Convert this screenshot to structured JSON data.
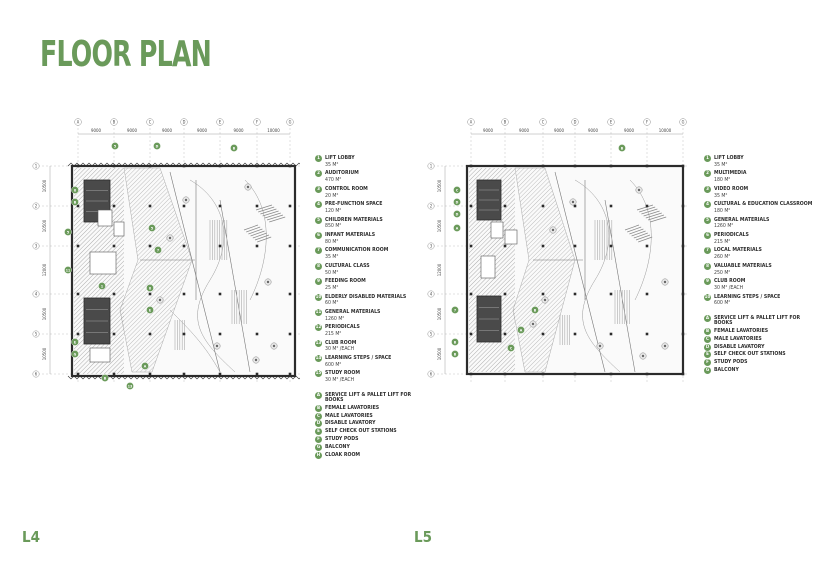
{
  "page": {
    "title": "FLOOR PLAN"
  },
  "levels": {
    "l4": "L4",
    "l5": "L5"
  },
  "grid": {
    "columns": [
      "A",
      "B",
      "C",
      "D",
      "E",
      "F",
      "G"
    ],
    "rows": [
      "1",
      "2",
      "3",
      "4",
      "5",
      "6"
    ],
    "dims_x": [
      "9000",
      "9000",
      "9000",
      "9000",
      "9000",
      "10000"
    ],
    "dims_y": [
      "10500",
      "10500",
      "12000",
      "10500",
      "10500"
    ]
  },
  "legend_l4": {
    "rooms": [
      {
        "num": "1",
        "label": "LIFT LOBBY",
        "area": "35 M²"
      },
      {
        "num": "2",
        "label": "AUDITORIUM",
        "area": "470 M²"
      },
      {
        "num": "3",
        "label": "CONTROL ROOM",
        "area": "20 M²"
      },
      {
        "num": "4",
        "label": "PRE-FUNCTION SPACE",
        "area": "120 M²"
      },
      {
        "num": "5",
        "label": "CHILDREN MATERIALS",
        "area": "850 M²"
      },
      {
        "num": "6",
        "label": "INFANT MATERIALS",
        "area": "80 M²"
      },
      {
        "num": "7",
        "label": "COMMUNICATION ROOM",
        "area": "35 M²"
      },
      {
        "num": "8",
        "label": "CULTURAL CLASS",
        "area": "50 M²"
      },
      {
        "num": "9",
        "label": "FEEDING ROOM",
        "area": "25 M²"
      },
      {
        "num": "10",
        "label": "ELDERLY DISABLED MATERIALS",
        "area": "60 M²"
      },
      {
        "num": "11",
        "label": "GENERAL MATERIALS",
        "area": "1260 M²"
      },
      {
        "num": "12",
        "label": "PERIODICALS",
        "area": "215 M²"
      },
      {
        "num": "13",
        "label": "CLUB ROOM",
        "area": "30 M² /EACH"
      },
      {
        "num": "14",
        "label": "LEARNING STEPS / SPACE",
        "area": "600 M²"
      },
      {
        "num": "15",
        "label": "STUDY ROOM",
        "area": "30 M² /EACH"
      }
    ],
    "services": [
      {
        "num": "A",
        "label": "SERVICE LIFT & PALLET LIFT FOR BOOKS"
      },
      {
        "num": "B",
        "label": "FEMALE LAVATORIES"
      },
      {
        "num": "C",
        "label": "MALE LAVATORIES"
      },
      {
        "num": "D",
        "label": "DISABLE LAVATORY"
      },
      {
        "num": "E",
        "label": "SELF CHECK OUT STATIONS"
      },
      {
        "num": "F",
        "label": "STUDY PODS"
      },
      {
        "num": "G",
        "label": "BALCONY"
      },
      {
        "num": "H",
        "label": "CLOAK ROOM"
      }
    ]
  },
  "legend_l5": {
    "rooms": [
      {
        "num": "1",
        "label": "LIFT LOBBY",
        "area": "35 M²"
      },
      {
        "num": "2",
        "label": "MULTIMEDIA",
        "area": "180 M²"
      },
      {
        "num": "3",
        "label": "VIDEO ROOM",
        "area": "35 M²"
      },
      {
        "num": "4",
        "label": "CULTURAL & EDUCATION CLASSROOM",
        "area": "180 M²"
      },
      {
        "num": "5",
        "label": "GENERAL MATERIALS",
        "area": "1260 M²"
      },
      {
        "num": "6",
        "label": "PERIODICALS",
        "area": "215 M²"
      },
      {
        "num": "7",
        "label": "LOCAL MATERIALS",
        "area": "260 M²"
      },
      {
        "num": "8",
        "label": "VALUABLE MATERIALS",
        "area": "250 M²"
      },
      {
        "num": "9",
        "label": "CLUB ROOM",
        "area": "30 M² /EACH"
      },
      {
        "num": "10",
        "label": "LEARNING STEPS / SPACE",
        "area": "600 M²"
      }
    ],
    "services": [
      {
        "num": "A",
        "label": "SERVICE LIFT & PALLET LIFT FOR BOOKS"
      },
      {
        "num": "B",
        "label": "FEMALE LAVATORIES"
      },
      {
        "num": "C",
        "label": "MALE LAVATORIES"
      },
      {
        "num": "D",
        "label": "DISABLE LAVATORY"
      },
      {
        "num": "E",
        "label": "SELF CHECK OUT STATIONS"
      },
      {
        "num": "F",
        "label": "STUDY PODS"
      },
      {
        "num": "G",
        "label": "BALCONY"
      }
    ]
  },
  "colors": {
    "accent": "#6a9a5a",
    "wall": "#2b2b2b",
    "hatch": "#8c8c8c"
  }
}
